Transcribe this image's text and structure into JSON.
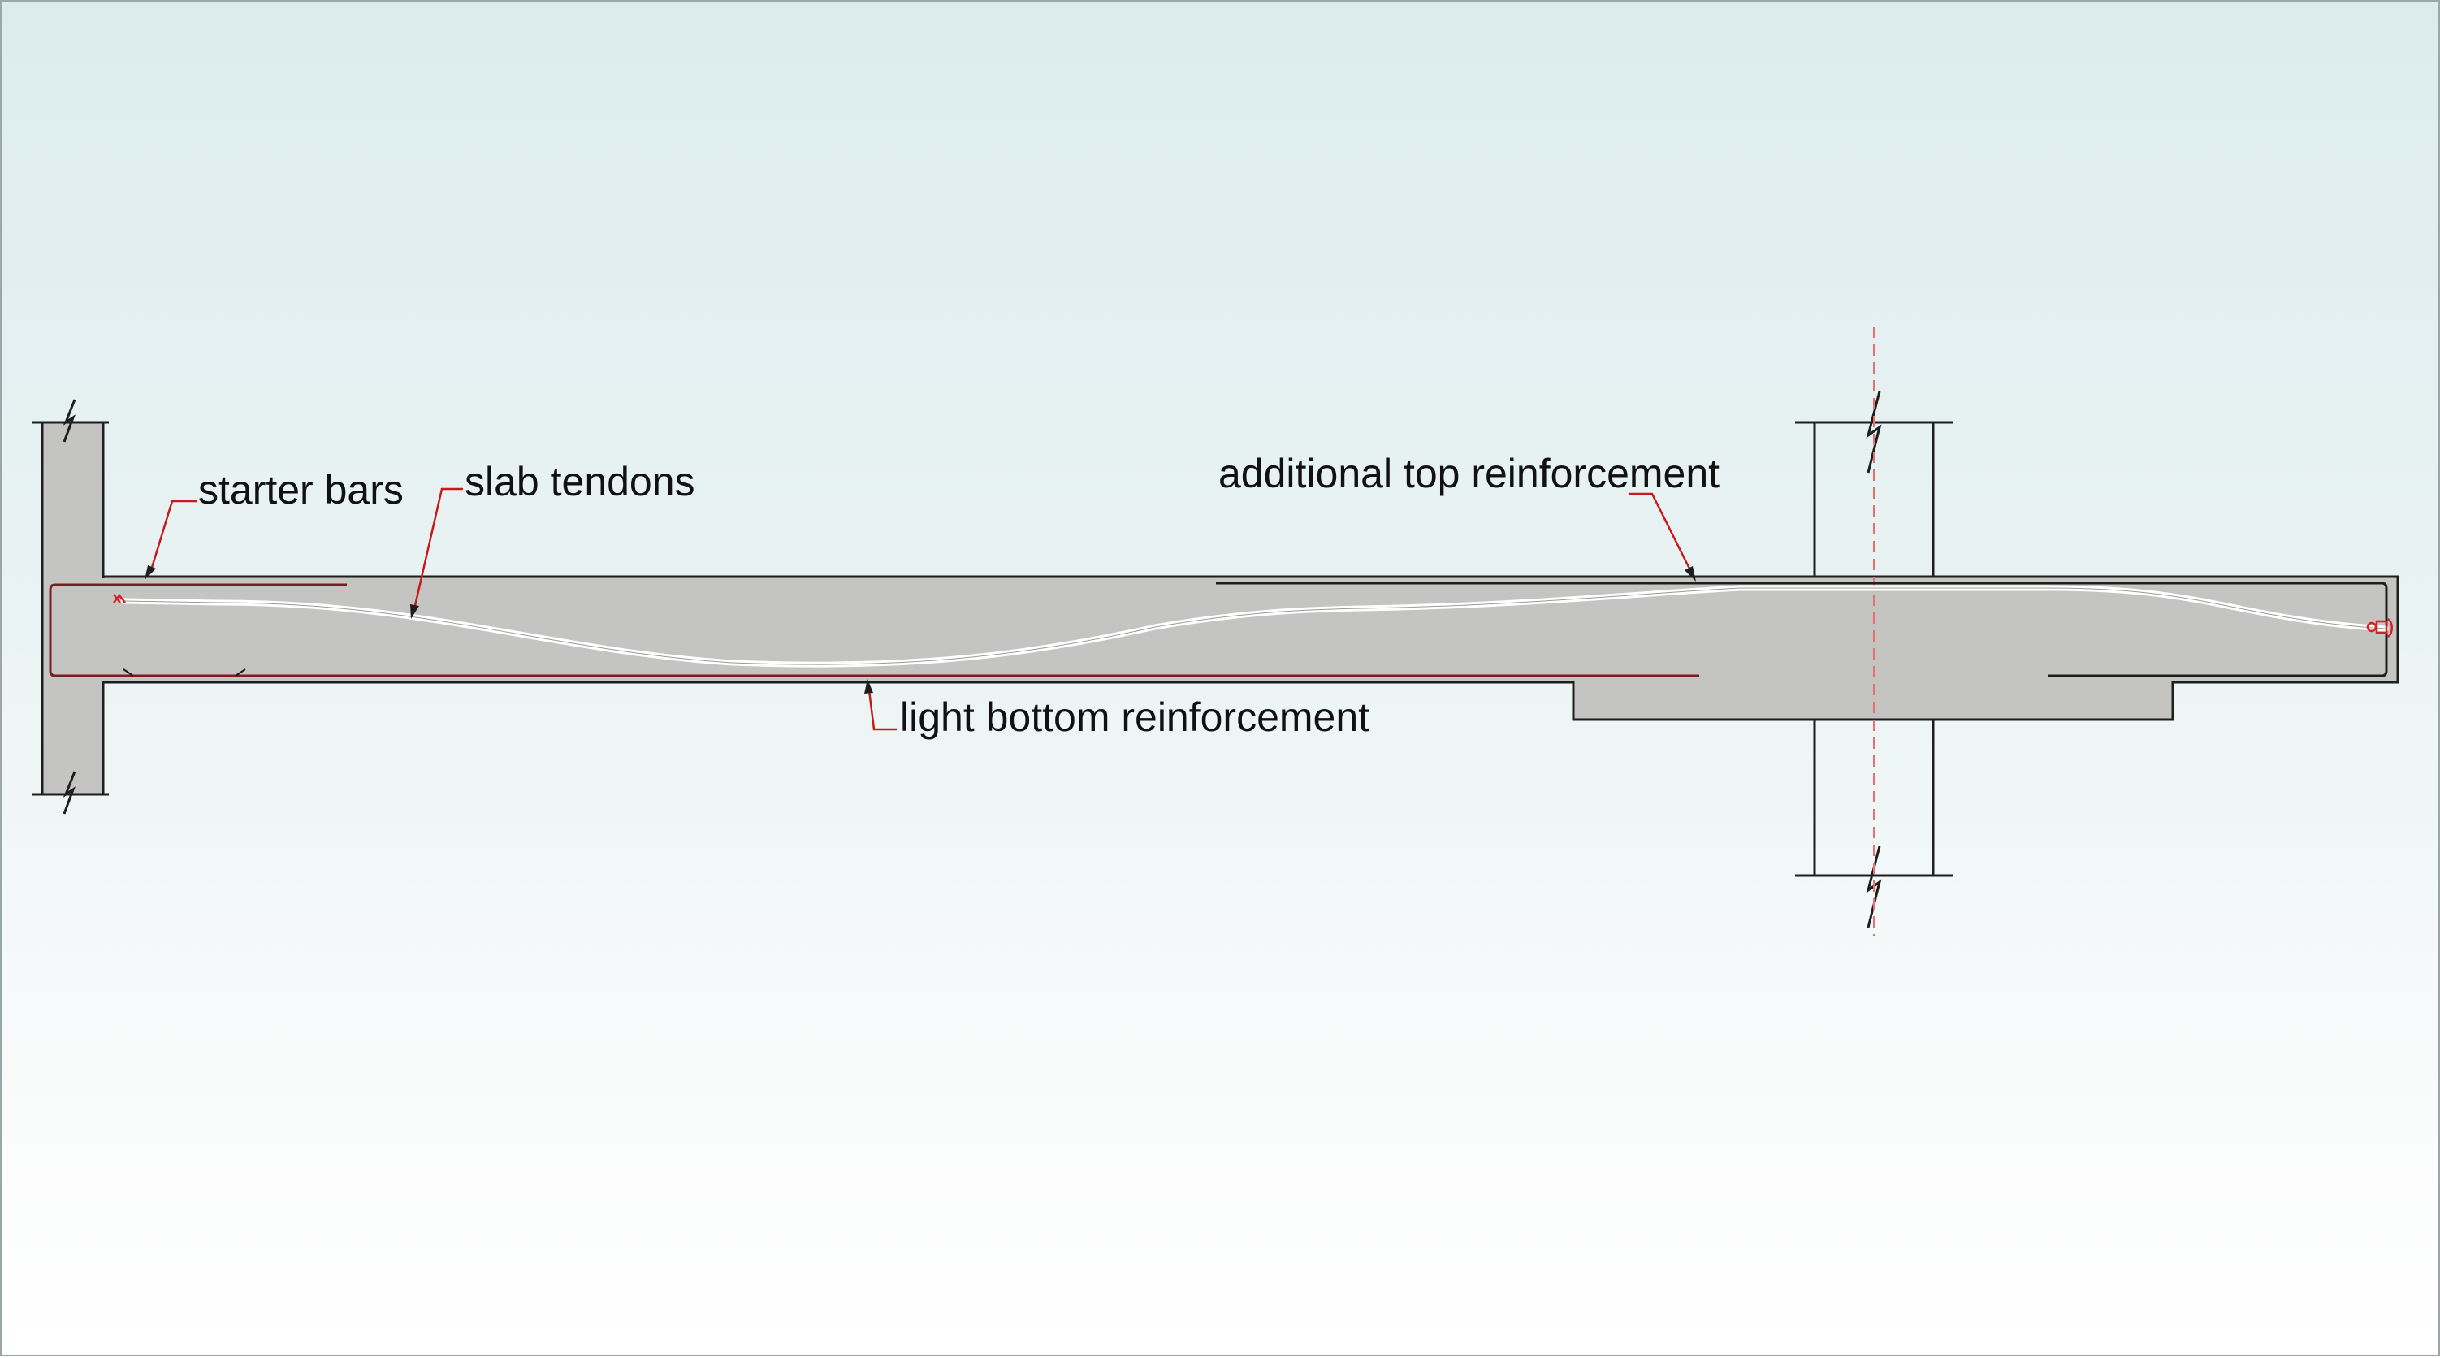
{
  "labels": {
    "starter_bars": "starter bars",
    "slab_tendons": "slab tendons",
    "additional_top_reinforcement": "additional top reinforcement",
    "light_bottom_reinforcement": "light bottom reinforcement"
  },
  "colors": {
    "concrete": "#c4c4c3",
    "outline": "#1e1e1e",
    "rebar": "#7a1f1f",
    "tendon": "#ffffff",
    "leader": "#c8191c",
    "centerline": "#e87070",
    "anchor": "#d42020"
  }
}
